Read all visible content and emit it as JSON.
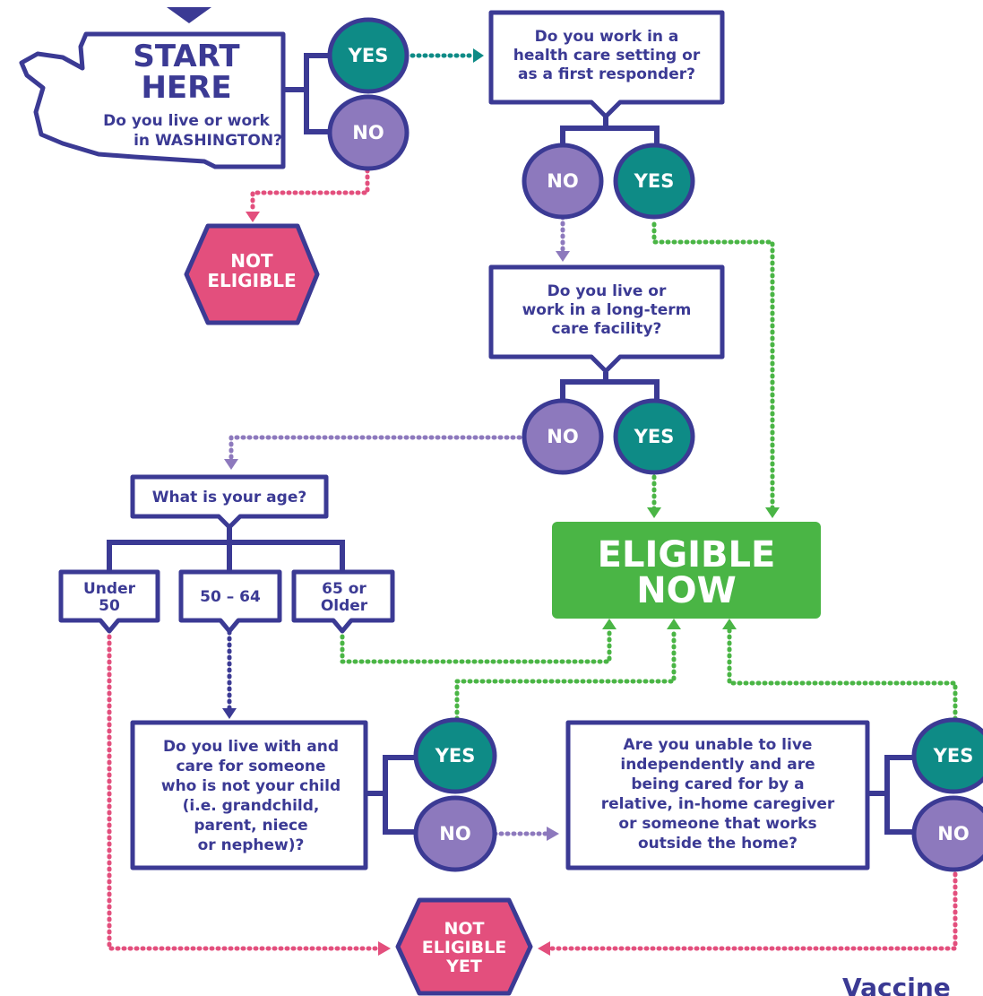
{
  "colors": {
    "navy": "#3b3a94",
    "teal": "#0e8b86",
    "purple": "#8d79bd",
    "pink": "#e34f7d",
    "green": "#4ab545",
    "white": "#ffffff"
  },
  "start": {
    "title_line1": "START",
    "title_line2": "HERE",
    "question_line1": "Do you live or work",
    "question_line2": "in WASHINGTON?"
  },
  "answers": {
    "yes": "YES",
    "no": "NO"
  },
  "q_health": {
    "line1": "Do you work in a",
    "line2": "health care setting or",
    "line3": "as a first responder?"
  },
  "q_ltc": {
    "line1": "Do you live or",
    "line2": "work in a long-term",
    "line3": "care facility?"
  },
  "q_age": {
    "label": "What is your age?",
    "opt_under50_line1": "Under",
    "opt_under50_line2": "50",
    "opt_50_64": "50 – 64",
    "opt_65_line1": "65 or",
    "opt_65_line2": "Older"
  },
  "q_care": {
    "line1": "Do you live with and",
    "line2": "care for someone",
    "line3": "who is not your child",
    "line4": "(i.e. grandchild,",
    "line5": "parent, niece",
    "line6": "or nephew)?"
  },
  "q_independent": {
    "line1": "Are you unable to live",
    "line2": "independently and are",
    "line3": "being cared for by a",
    "line4": "relative, in-home caregiver",
    "line5": "or someone that works",
    "line6": "outside the home?"
  },
  "results": {
    "not_eligible_line1": "NOT",
    "not_eligible_line2": "ELIGIBLE",
    "eligible_now_line1": "ELIGIBLE",
    "eligible_now_line2": "NOW",
    "not_yet_line1": "NOT",
    "not_yet_line2": "ELIGIBLE",
    "not_yet_line3": "YET"
  },
  "footer_partial": "Vaccine"
}
